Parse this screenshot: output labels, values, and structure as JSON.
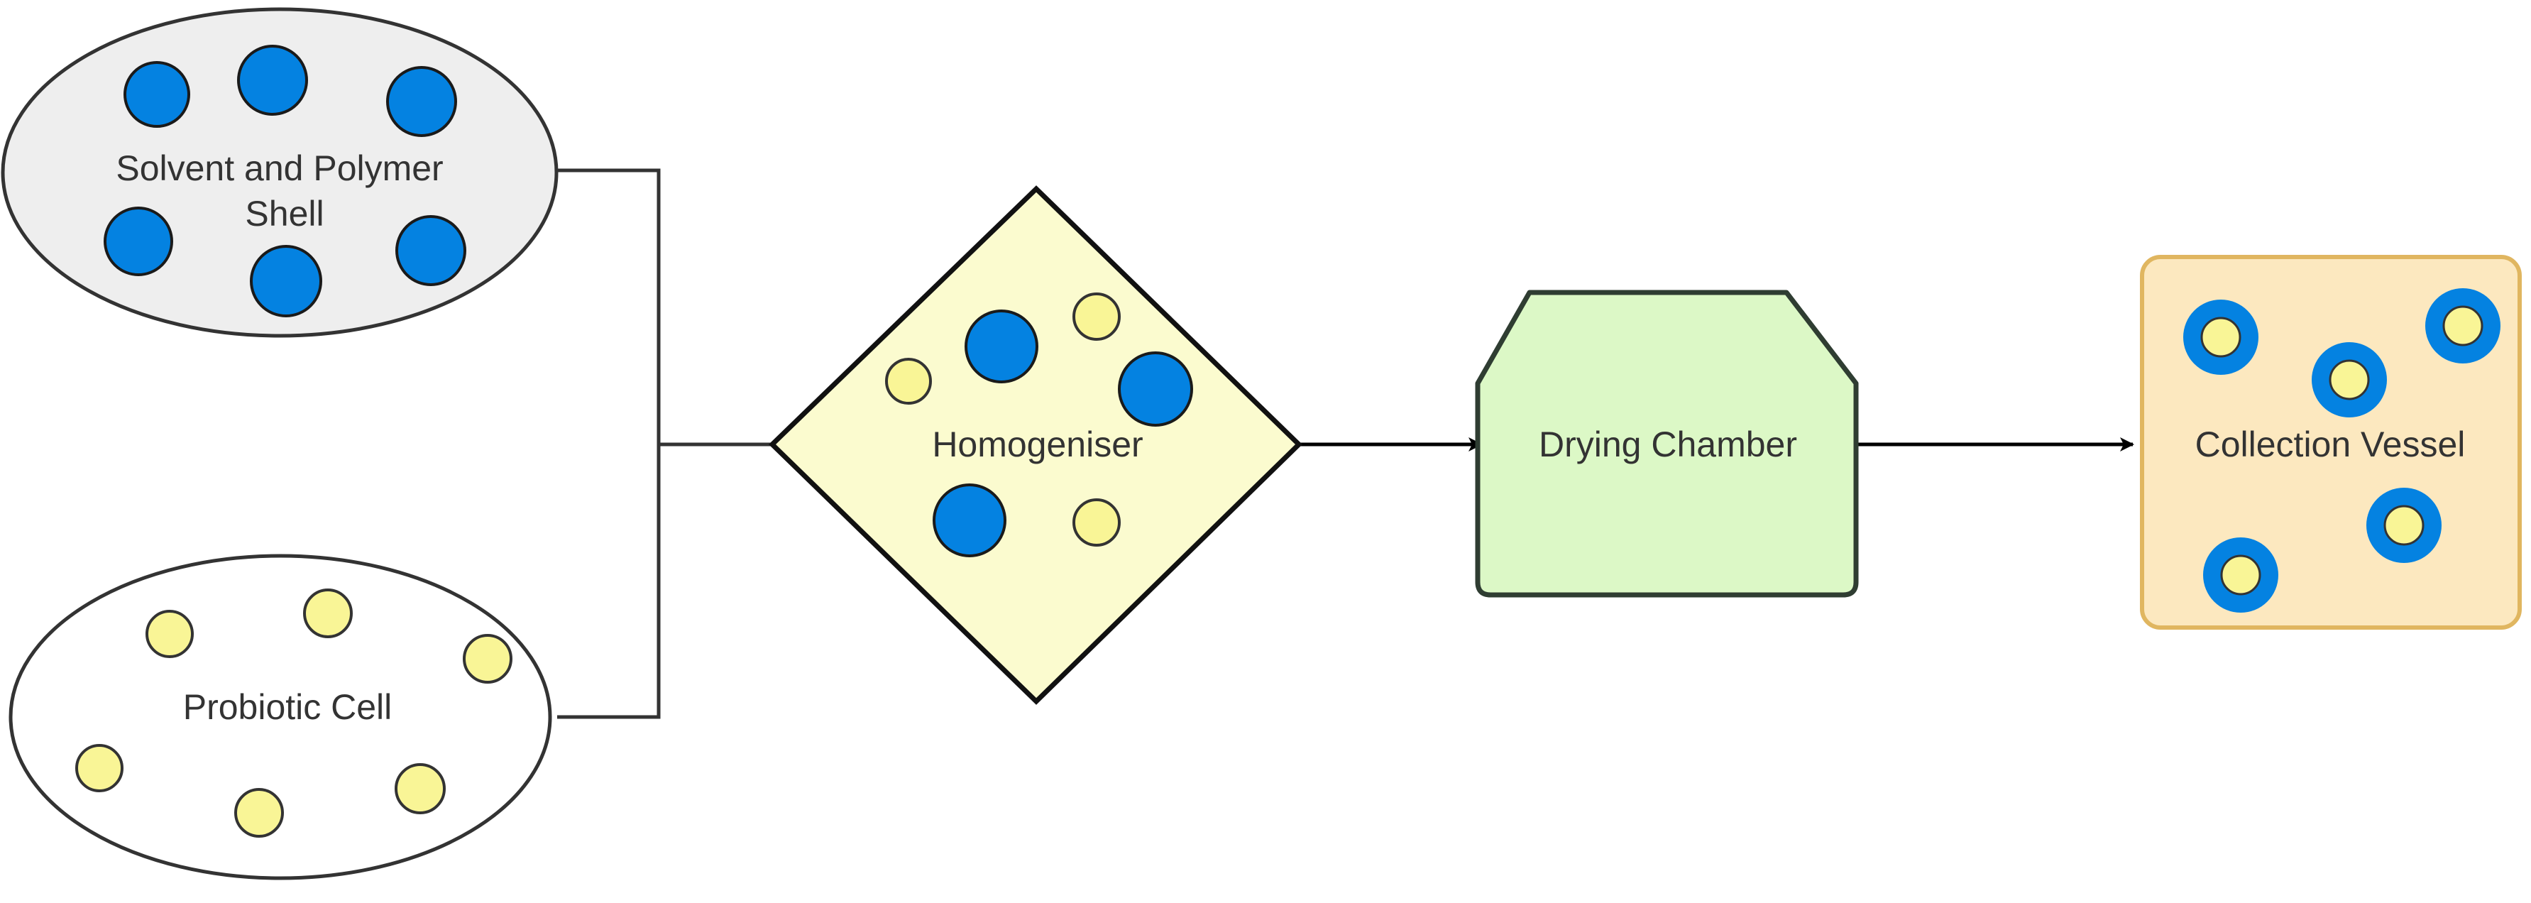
{
  "diagram": {
    "nodes": {
      "solvent_polymer": {
        "label_lines": [
          "Solvent and Polymer",
          "Shell"
        ],
        "shape": "ellipse",
        "fill": "#eeeeee",
        "stroke": "#333333"
      },
      "probiotic_cell": {
        "label": "Probiotic Cell",
        "shape": "ellipse",
        "fill": "#ffffff",
        "stroke": "#333333"
      },
      "homogeniser": {
        "label": "Homogeniser",
        "shape": "diamond",
        "fill": "#fbfbcf",
        "stroke": "#111111"
      },
      "drying_chamber": {
        "label": "Drying Chamber",
        "shape": "chamfered-rectangle",
        "fill": "#dcf8c6",
        "stroke": "#2f3d32"
      },
      "collection_vessel": {
        "label": "Collection Vessel",
        "shape": "rounded-rectangle",
        "fill": "#fce8bf",
        "stroke": "#e0b660"
      }
    },
    "particles": {
      "polymer": {
        "fill": "#0482e1",
        "stroke": "#1a1a1a"
      },
      "cell": {
        "fill": "#f9f596",
        "stroke": "#333333"
      },
      "encapsulated": {
        "outer": "#0482e1",
        "inner": "#f9f596"
      }
    },
    "edges": [
      {
        "from": "solvent_polymer",
        "to": "homogeniser",
        "arrow": false
      },
      {
        "from": "probiotic_cell",
        "to": "homogeniser",
        "arrow": false
      },
      {
        "from": "homogeniser",
        "to": "drying_chamber",
        "arrow": true
      },
      {
        "from": "drying_chamber",
        "to": "collection_vessel",
        "arrow": true
      }
    ]
  }
}
